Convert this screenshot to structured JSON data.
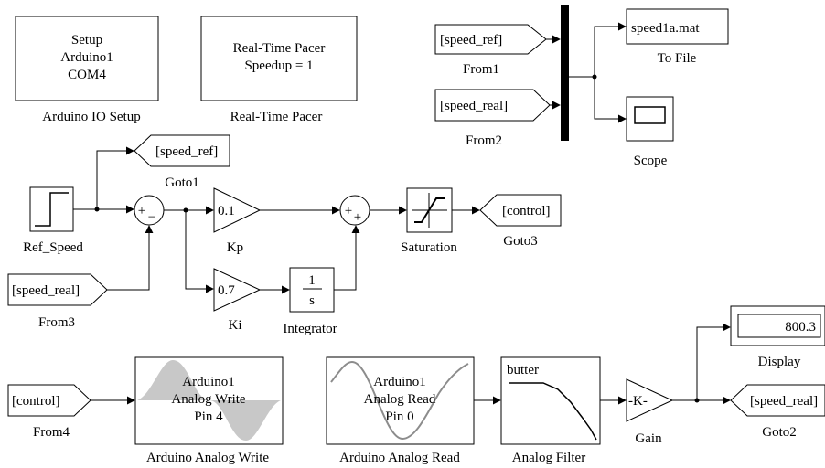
{
  "setup_block": {
    "lines": [
      "Setup",
      "Arduino1",
      "COM4"
    ],
    "caption": "Arduino IO Setup"
  },
  "pacer_block": {
    "lines": [
      "Real-Time Pacer",
      "Speedup = 1"
    ],
    "caption": "Real-Time Pacer"
  },
  "from1": {
    "tag": "[speed_ref]",
    "caption": "From1"
  },
  "from2": {
    "tag": "[speed_real]",
    "caption": "From2"
  },
  "to_file": {
    "filename": "speed1a.mat",
    "caption": "To File"
  },
  "scope": {
    "caption": "Scope"
  },
  "goto1": {
    "tag": "[speed_ref]",
    "caption": "Goto1"
  },
  "ref_speed": {
    "caption": "Ref_Speed"
  },
  "sum1": {
    "signs": [
      "+",
      "−"
    ]
  },
  "kp": {
    "value": "0.1",
    "caption": "Kp"
  },
  "ki": {
    "value": "0.7",
    "caption": "Ki"
  },
  "sum2": {
    "signs": [
      "+",
      "+"
    ]
  },
  "saturation": {
    "caption": "Saturation"
  },
  "goto3": {
    "tag": "[control]",
    "caption": "Goto3"
  },
  "from3": {
    "tag": "[speed_real]",
    "caption": "From3"
  },
  "integrator": {
    "numerator": "1",
    "denominator": "s",
    "caption": "Integrator"
  },
  "from4": {
    "tag": "[control]",
    "caption": "From4"
  },
  "analog_write": {
    "lines": [
      "Arduino1",
      "Analog Write",
      "Pin 4"
    ],
    "caption": "Arduino Analog Write"
  },
  "analog_read": {
    "lines": [
      "Arduino1",
      "Analog Read",
      "Pin 0"
    ],
    "caption": "Arduino Analog Read"
  },
  "filter": {
    "label": "butter",
    "caption": "Analog Filter"
  },
  "gain": {
    "value": "-K-",
    "caption": "Gain"
  },
  "display": {
    "value": "800.3",
    "caption": "Display"
  },
  "goto2": {
    "tag": "[speed_real]",
    "caption": "Goto2"
  }
}
